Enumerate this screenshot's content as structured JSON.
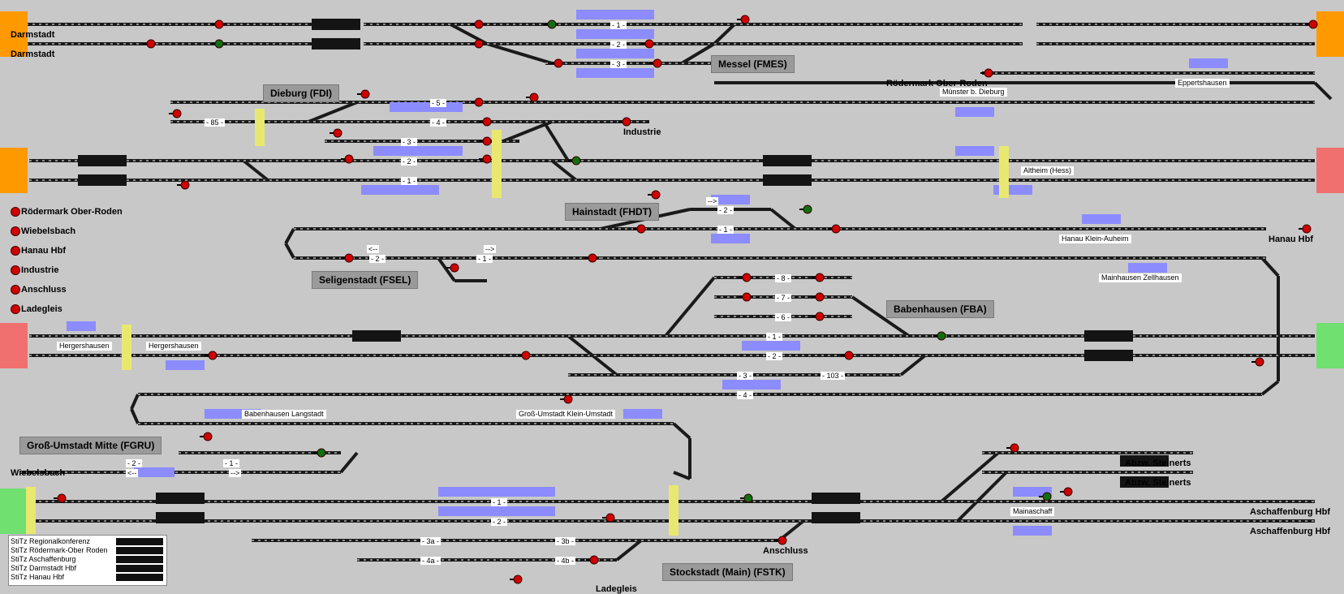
{
  "places": {
    "darmstadt_1": "Darmstadt",
    "darmstadt_2": "Darmstadt",
    "roedermark": "Rödermark Ober-Roden",
    "muenster": "Münster b. Dieburg",
    "eppertshausen": "Eppertshausen",
    "industrie_top": "Industrie",
    "altheim": "Altheim (Hess)",
    "hanau_klein_auheim": "Hanau Klein-Auheim",
    "hanau_hbf": "Hanau Hbf",
    "mainhausen": "Mainhausen Zellhausen",
    "hergershausen_1": "Hergershausen",
    "hergershausen_2": "Hergershausen",
    "babenhausen_langstadt": "Babenhausen Langstadt",
    "gross_umstadt_klein": "Groß-Umstadt Klein-Umstadt",
    "wiebelsbach": "Wiebelsbach",
    "abzw_steinerts_1": "Abzw. Steinerts",
    "abzw_steinerts_2": "Abzw. Steinerts",
    "mainaschaff": "Mainaschaff",
    "aschaffenburg_1": "Aschaffenburg Hbf",
    "aschaffenburg_2": "Aschaffenburg Hbf",
    "anschluss_bottom": "Anschluss",
    "ladegleis_bottom": "Ladegleis"
  },
  "stations": {
    "messel": "Messel (FMES)",
    "dieburg": "Dieburg (FDI)",
    "hainstadt": "Hainstadt (FHDT)",
    "seligenstadt": "Seligenstadt (FSEL)",
    "babenhausen": "Babenhausen (FBA)",
    "gross_umstadt": "Groß-Umstadt Mitte (FGRU)",
    "stockstadt": "Stockstadt (Main) (FSTK)"
  },
  "legend": [
    "Rödermark Ober-Roden",
    "Wiebelsbach",
    "Hanau Hbf",
    "Industrie",
    "Anschluss",
    "Ladegleis"
  ],
  "tracks": {
    "messel_1": "- 1 -",
    "messel_2": "- 2 -",
    "messel_3": "- 3 -",
    "dieburg_85": "- 85 -",
    "dieburg_5": "- 5 -",
    "dieburg_4": "- 4 -",
    "dieburg_3": "- 3 -",
    "dieburg_2": "- 2 -",
    "dieburg_1": "- 1 -",
    "hainstadt_2": "- 2 -",
    "hainstadt_1": "- 1 -",
    "seligenstadt_2": "- 2 -",
    "seligenstadt_1": "- 1 -",
    "bab_8": "- 8 -",
    "bab_7": "- 7 -",
    "bab_6": "- 6 -",
    "bab_1": "- 1 -",
    "bab_2": "- 2 -",
    "bab_3": "- 3 -",
    "bab_103": "- 103 -",
    "bab_4": "- 4 -",
    "gru_2": "- 2 -",
    "gru_1": "- 1 -",
    "stk_1": "- 1 -",
    "stk_2": "- 2 -",
    "stk_3a": "- 3a -",
    "stk_3b": "- 3b -",
    "stk_4a": "- 4a -",
    "stk_4b": "- 4b -"
  },
  "arrows": {
    "hain_right": "-->",
    "sel_left": "<--",
    "sel_right": "-->",
    "gru_left": "<--",
    "gru_right": "-->"
  },
  "stitz": [
    "StiTz Regionalkonferenz",
    "StiTz Rödermark-Ober Roden",
    "StiTz Aschaffenburg",
    "StiTz Darmstadt Hbf",
    "StiTz Hanau Hbf"
  ],
  "colors": {
    "background": "#c8c8c8",
    "track": "#1a1a1a",
    "signal_red": "#d00000",
    "signal_green": "#107010",
    "occupancy": "#8c8cff",
    "exit_orange": "#ff9900",
    "exit_pink": "#f07070",
    "exit_green": "#70e070",
    "crossing_yellow": "#e8e870",
    "station_box": "#9a9a9a"
  },
  "icons": {
    "signal": "signal-icon",
    "switch": "switch-icon",
    "buffer": "buffer-stop-icon",
    "indicator": "indicator-box-icon"
  }
}
